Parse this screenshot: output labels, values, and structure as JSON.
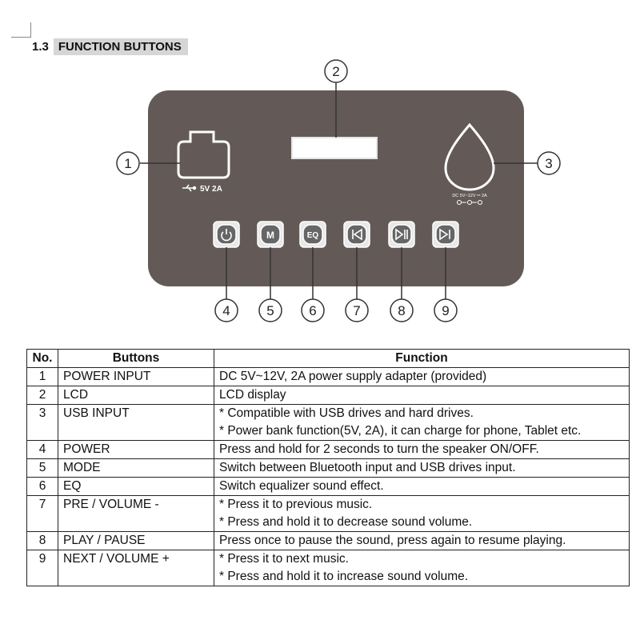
{
  "section": {
    "number": "1.3",
    "title": "FUNCTION BUTTONS"
  },
  "device": {
    "usb_label": "5V  2A",
    "dc_label": "DC 5V~12V ⎓ 2A",
    "buttons": [
      {
        "icon": "power-icon",
        "glyph": "⏻"
      },
      {
        "icon": "mode-icon",
        "glyph": "M"
      },
      {
        "icon": "eq-icon",
        "glyph": "EQ"
      },
      {
        "icon": "previous-icon",
        "glyph": "⏮"
      },
      {
        "icon": "play-pause-icon",
        "glyph": "⏯"
      },
      {
        "icon": "next-icon",
        "glyph": "⏭"
      }
    ],
    "callouts": [
      "1",
      "2",
      "3",
      "4",
      "5",
      "6",
      "7",
      "8",
      "9"
    ]
  },
  "table": {
    "headers": {
      "no": "No.",
      "buttons": "Buttons",
      "function": "Function"
    },
    "rows": [
      {
        "no": "1",
        "button": "POWER INPUT",
        "function": [
          "DC 5V~12V, 2A power supply adapter (provided)"
        ]
      },
      {
        "no": "2",
        "button": "LCD",
        "function": [
          "LCD display"
        ]
      },
      {
        "no": "3",
        "button": "USB INPUT",
        "function": [
          "* Compatible with USB drives and hard drives.",
          "* Power bank function(5V, 2A), it can charge for phone, Tablet etc."
        ]
      },
      {
        "no": "4",
        "button": "POWER",
        "function": [
          "Press and hold for 2 seconds to turn the speaker ON/OFF."
        ]
      },
      {
        "no": "5",
        "button": "MODE",
        "function": [
          "Switch between Bluetooth input and USB drives input."
        ]
      },
      {
        "no": "6",
        "button": "EQ",
        "function": [
          "Switch equalizer sound effect."
        ]
      },
      {
        "no": "7",
        "button": "PRE / VOLUME -",
        "function": [
          "* Press it to previous music.",
          "* Press and hold it to decrease sound volume."
        ]
      },
      {
        "no": "8",
        "button": "PLAY / PAUSE",
        "function": [
          "Press once to pause the sound, press again to resume playing."
        ]
      },
      {
        "no": "9",
        "button": "NEXT / VOLUME +",
        "function": [
          "* Press it to next music.",
          "* Press and hold it to increase sound volume."
        ]
      }
    ]
  }
}
